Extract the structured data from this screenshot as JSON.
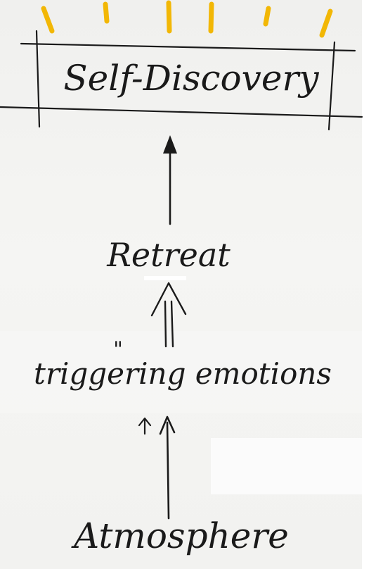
{
  "diagram": {
    "top_box_label": "Self-Discovery",
    "node_retreat": "Retreat",
    "node_emotions_prefix": "\"",
    "node_emotions": "triggering emotions",
    "node_atmosphere": "Atmosphere",
    "ray_color": "#f2b705",
    "ink_color": "#1a1a1a"
  }
}
